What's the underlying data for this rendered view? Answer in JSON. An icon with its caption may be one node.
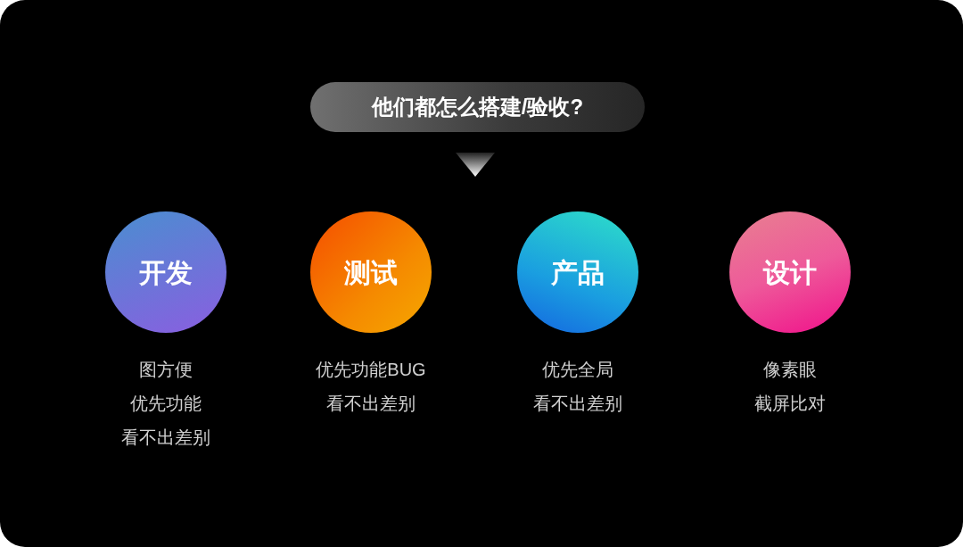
{
  "diagram": {
    "nodes": [
      {
        "text": [
          "他们都怎么搭建/验收?"
        ]
      },
      {
        "text": [
          "开发"
        ],
        "beside": [
          "图方便",
          "优先功能",
          "看不出差别"
        ]
      },
      {
        "text": [
          "测试"
        ],
        "beside": [
          "优先功能BUG",
          "看不出差别"
        ]
      },
      {
        "text": [
          "产品"
        ],
        "beside": [
          "优先全局",
          "看不出差别"
        ]
      },
      {
        "text": [
          "设计"
        ],
        "beside": [
          "像素眼",
          "截屏比对"
        ]
      }
    ]
  }
}
